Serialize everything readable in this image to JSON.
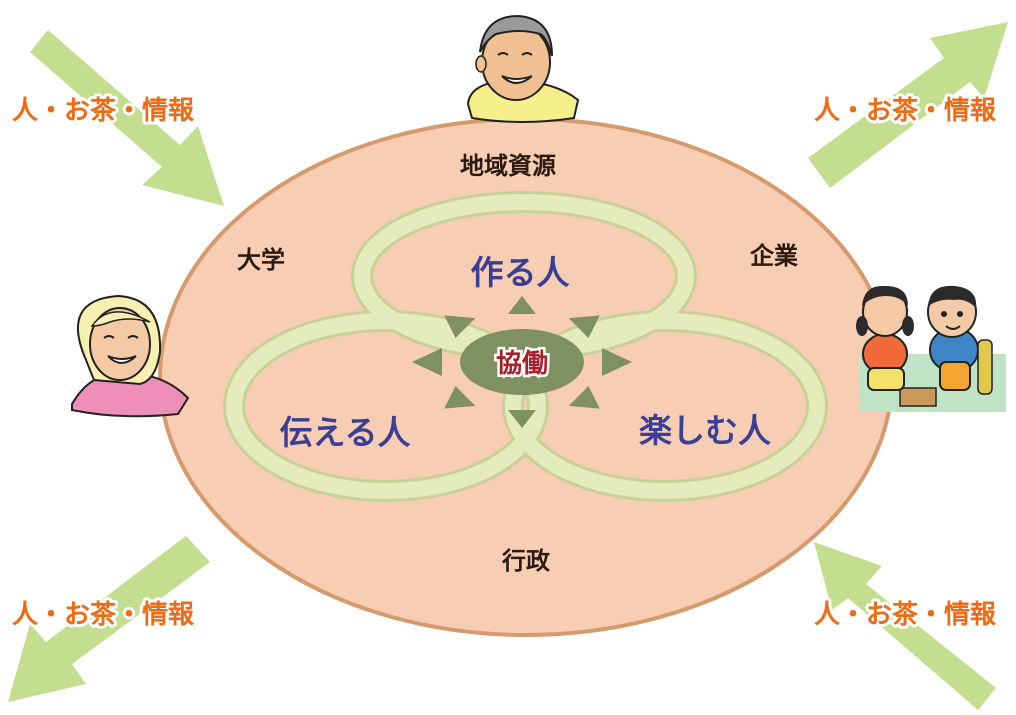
{
  "sectors": {
    "community_resources": "地域資源",
    "university": "大学",
    "companies": "企業",
    "government": "行政"
  },
  "roles": {
    "makers": "作る人",
    "communicators": "伝える人",
    "enjoyers": "楽しむ人"
  },
  "center": "協働",
  "flows": {
    "top_left": "人・お茶・情報",
    "top_right": "人・お茶・情報",
    "bottom_left": "人・お茶・情報",
    "bottom_right": "人・お茶・情報"
  },
  "colors": {
    "outer_fill": "#f7cdb3",
    "outer_stroke": "#d69a6c",
    "ring": "#e4ebbd",
    "ring_edge": "#c9d196",
    "center_fill": "#7f9160",
    "triangles": "#7f9160",
    "arrows": "#c2de8e",
    "role_text": "#3a3f96",
    "flow_text": "#ee6a14",
    "center_text": "#a8202a"
  }
}
